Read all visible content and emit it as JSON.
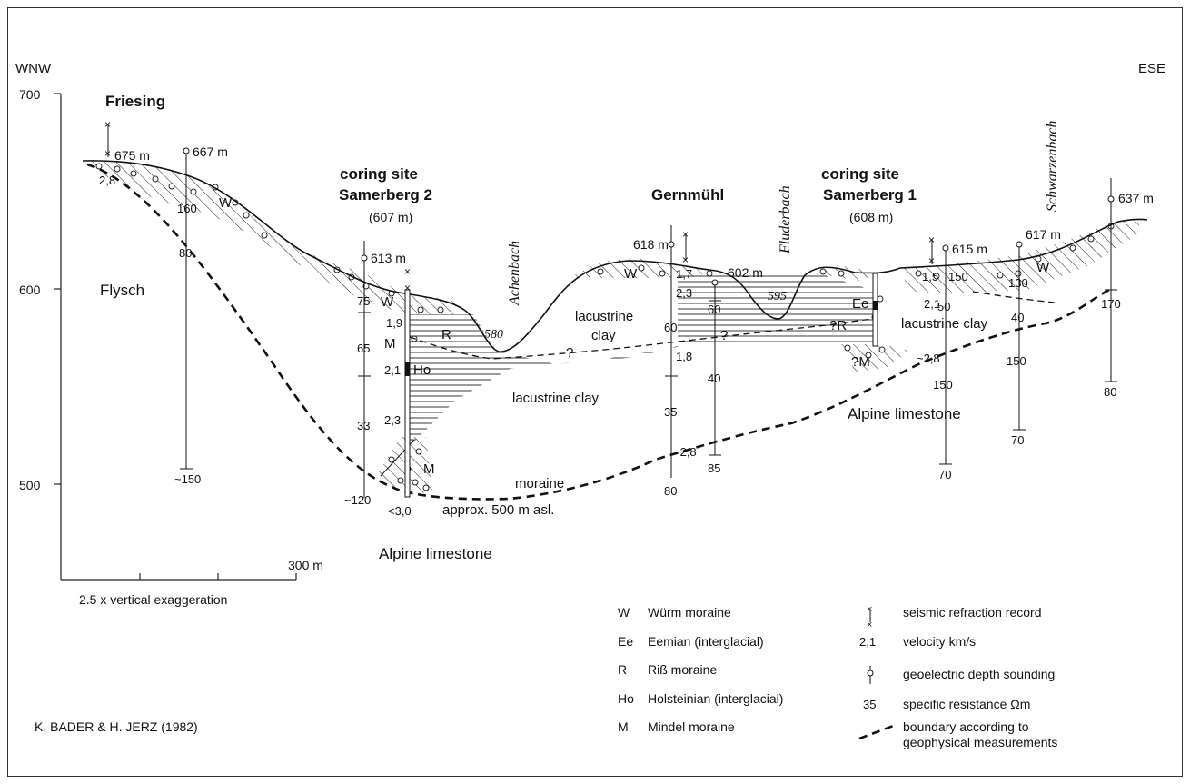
{
  "directions": {
    "left": "WNW",
    "right": "ESE"
  },
  "axis": {
    "ticks": [
      "700",
      "600",
      "500"
    ],
    "scale_label": "300 m",
    "exaggeration": "2.5 x vertical exaggeration"
  },
  "sites": {
    "friesing": "Friesing",
    "sam2_title1": "coring site",
    "sam2_title2": "Samerberg 2",
    "sam2_elev": "(607 m)",
    "gernmuehl": "Gernmühl",
    "sam1_title1": "coring site",
    "sam1_title2": "Samerberg 1",
    "sam1_elev": "(608 m)"
  },
  "streams": {
    "achenbach": "Achenbach",
    "fluderbach": "Fluderbach",
    "schwarzenbach": "Schwarzenbach",
    "achen_level": "580",
    "fluder_level": "595"
  },
  "units": {
    "flysch": "Flysch",
    "lacustrine_clay": "lacustrine clay",
    "lacustrine": "lacustrine",
    "clay": "clay",
    "moraine": "moraine",
    "approx": "approx. 500 m asl.",
    "alpine_left": "Alpine limestone",
    "alpine_right": "Alpine limestone",
    "W": "W",
    "R": "R",
    "M": "M",
    "Ho": "Ho",
    "Ee": "Ee",
    "qR": "?R",
    "qM": "?M",
    "q": "?"
  },
  "elevations": [
    "675 m",
    "667 m",
    "613 m",
    "618 m",
    "602 m",
    "615 m",
    "617 m",
    "637 m"
  ],
  "values": {
    "v_friesing": "2,8",
    "r160": "160",
    "r80": "80",
    "r150a": "~150",
    "r75": "75",
    "v19": "1,9",
    "r65": "65",
    "v21": "2,1",
    "r33": "33",
    "v23": "2,3",
    "r120": "~120",
    "v30": "<3,0",
    "v17": "1,7",
    "v23b": "2,3",
    "r60a": "60",
    "v18": "1,8",
    "r35": "35",
    "v28a": "~2,8",
    "r80b": "80",
    "r60b": "60",
    "r40a": "40",
    "r85": "85",
    "v15": "1,5",
    "r150b": "150",
    "v21b": "2,1",
    "r50": "50",
    "v28b": "~2,8",
    "r150c": "150",
    "r70a": "70",
    "r130": "130",
    "r40b": "40",
    "r150d": "150",
    "r70b": "70",
    "r170": "170",
    "r80c": "80"
  },
  "legend": {
    "left": [
      {
        "code": "W",
        "text": "Würm moraine"
      },
      {
        "code": "Ee",
        "text": "Eemian (interglacial)"
      },
      {
        "code": "R",
        "text": "Riß moraine"
      },
      {
        "code": "Ho",
        "text": "Holsteinian (interglacial)"
      },
      {
        "code": "M",
        "text": "Mindel moraine"
      }
    ],
    "right": [
      {
        "sym": "",
        "text": "seismic refraction record"
      },
      {
        "sym": "2,1",
        "text": "velocity km/s"
      },
      {
        "sym": "",
        "text": "geoelectric depth sounding"
      },
      {
        "sym": "35",
        "text": "specific resistance Ωm"
      },
      {
        "sym": "",
        "text": "boundary according to"
      }
    ],
    "boundary_line2": "geophysical measurements"
  },
  "credit": "K. BADER & H. JERZ (1982)"
}
